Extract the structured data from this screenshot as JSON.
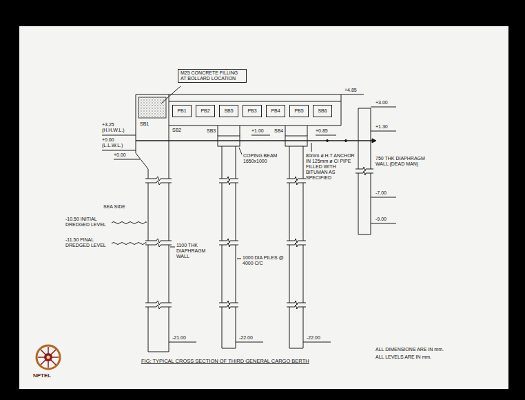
{
  "diagram": {
    "caption": "FIG: TYPICAL CROSS SECTION OF THIRD GENERAL CARGO BERTH",
    "nodes": [
      {
        "text": [
          "PB1"
        ]
      },
      {
        "text": [
          "PB2"
        ]
      },
      {
        "text": [
          "SB5"
        ]
      },
      {
        "text": [
          "PB3"
        ]
      },
      {
        "text": [
          "PB4"
        ]
      },
      {
        "text": [
          "PB5"
        ]
      },
      {
        "text": [
          "SB6"
        ]
      }
    ],
    "labels": [
      "M25 CONCRETE FILLING AT BOLLARD LOCATION",
      "+4.85",
      "+3.25 (H.H.W.L.)",
      "SB1",
      "SB2",
      "SB3",
      "SB4",
      "+0.60 (L.L.W.L.)",
      "+0.00",
      "+1.00",
      "+0.85",
      "+3.00",
      "+1.30",
      "COPING BEAM 1650x1000",
      "80mm ø H.T ANCHOR IN 125mm ø CI PIPE FILLED WITH BITUMAN AS SPECIFIED",
      "750 THK DIAPHRAGM WALL (DEAD MAN)",
      "-7.00",
      "-9.00",
      "SEA SIDE",
      "-10.50 INITIAL DREDGED LEVEL",
      "-11.50 FINAL DREDGED LEVEL",
      "1100 THK DIAPHRAGM WALL",
      "1000 DIA PILES @ 4000 C/C",
      "-21.00",
      "-22.00",
      "-22.00",
      "ALL DIMENSIONS ARE IN mm.",
      "ALL LEVELS ARE IN mm.",
      "NPTEL"
    ]
  }
}
